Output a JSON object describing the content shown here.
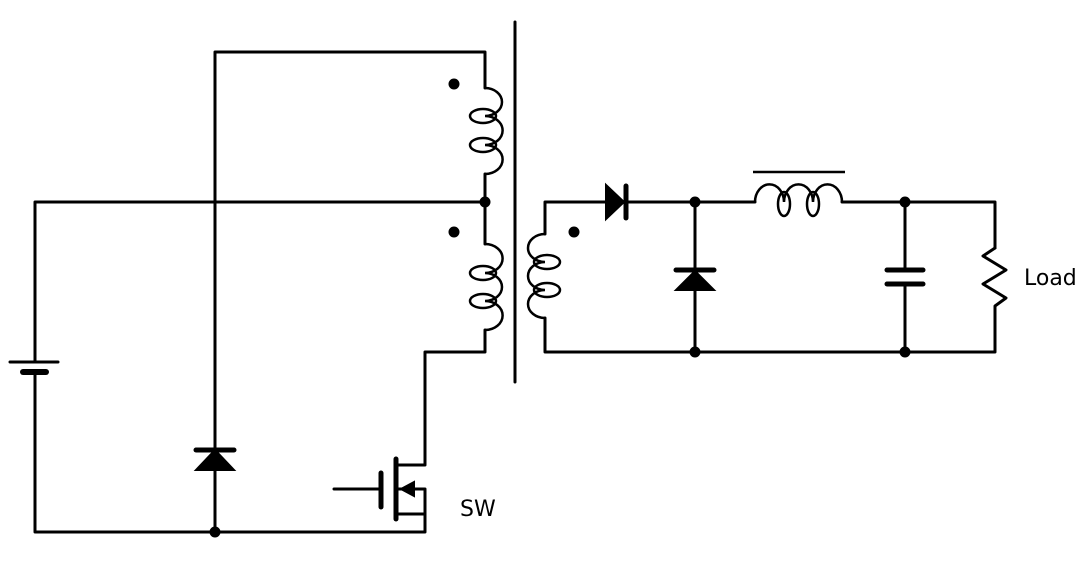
{
  "diagram": {
    "type": "forward converter schematic",
    "labels": {
      "switch": "SW",
      "load": "Load"
    },
    "colors": {
      "line": "#000000",
      "background": "#ffffff"
    }
  }
}
